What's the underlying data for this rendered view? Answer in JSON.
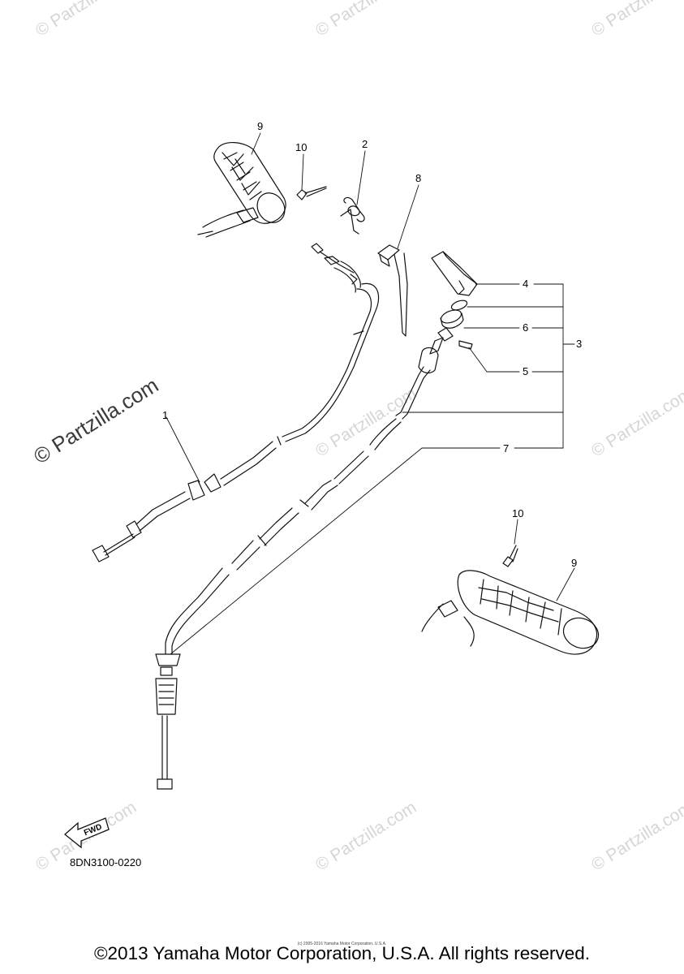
{
  "watermarks": {
    "primary": "© Partzilla.com",
    "faint": "© Partzilla.com"
  },
  "callouts": {
    "c1": "1",
    "c2": "2",
    "c3": "3",
    "c4": "4",
    "c5": "5",
    "c6": "6",
    "c7": "7",
    "c8": "8",
    "c9a": "9",
    "c9b": "9",
    "c10a": "10",
    "c10b": "10"
  },
  "fwd_label": "FWD",
  "diagram_code": "8DN3100-0220",
  "small_copyright": "(c) 2005-2016 Yamaha Motor Corporation, U.S.A.",
  "copyright": "©2013 Yamaha Motor Corporation, U.S.A. All rights reserved."
}
